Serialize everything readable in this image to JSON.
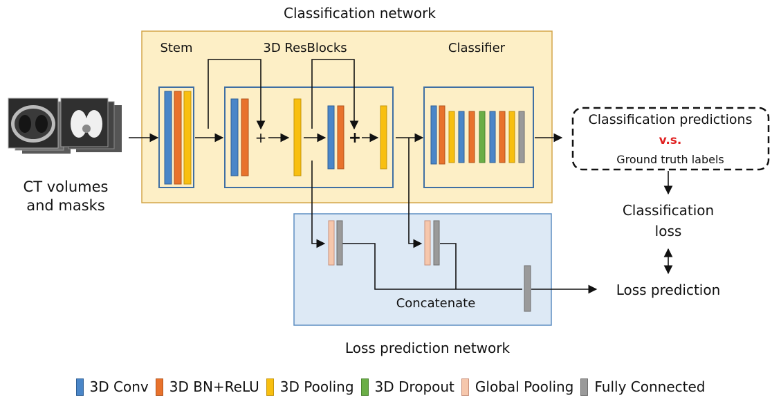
{
  "title_top": "Classification network",
  "title_bottom": "Loss prediction network",
  "input": {
    "line1": "CT volumes",
    "line2": "and masks"
  },
  "sections": {
    "stem": "Stem",
    "resblocks": "3D ResBlocks",
    "classifier": "Classifier"
  },
  "residual_plus": "+",
  "output_box": {
    "line1": "Classification predictions",
    "vs": "v.s.",
    "line2": "Ground truth labels"
  },
  "classification_loss": {
    "line1": "Classification",
    "line2": "loss"
  },
  "loss_prediction": "Loss prediction",
  "concatenate": "Concatenate",
  "legend": [
    {
      "label": "3D Conv",
      "color": "#4a86c8",
      "border": "#2f5f95"
    },
    {
      "label": "3D BN+ReLU",
      "color": "#e8722c",
      "border": "#b0531c"
    },
    {
      "label": "3D Pooling",
      "color": "#f8bf10",
      "border": "#c4940a"
    },
    {
      "label": "3D Dropout",
      "color": "#6aae46",
      "border": "#4c8430"
    },
    {
      "label": "Global Pooling",
      "color": "#f6c7ac",
      "border": "#c8907a"
    },
    {
      "label": "Fully Connected",
      "color": "#9a9a9a",
      "border": "#6e6e6e"
    }
  ],
  "colors": {
    "classification_bg": "#fdefc6",
    "classification_border": "#d3a64a",
    "loss_bg": "#dde9f5",
    "loss_border": "#5d8dc2",
    "inner_box_border": "#3f6fa3",
    "vs_red": "#e02020"
  }
}
